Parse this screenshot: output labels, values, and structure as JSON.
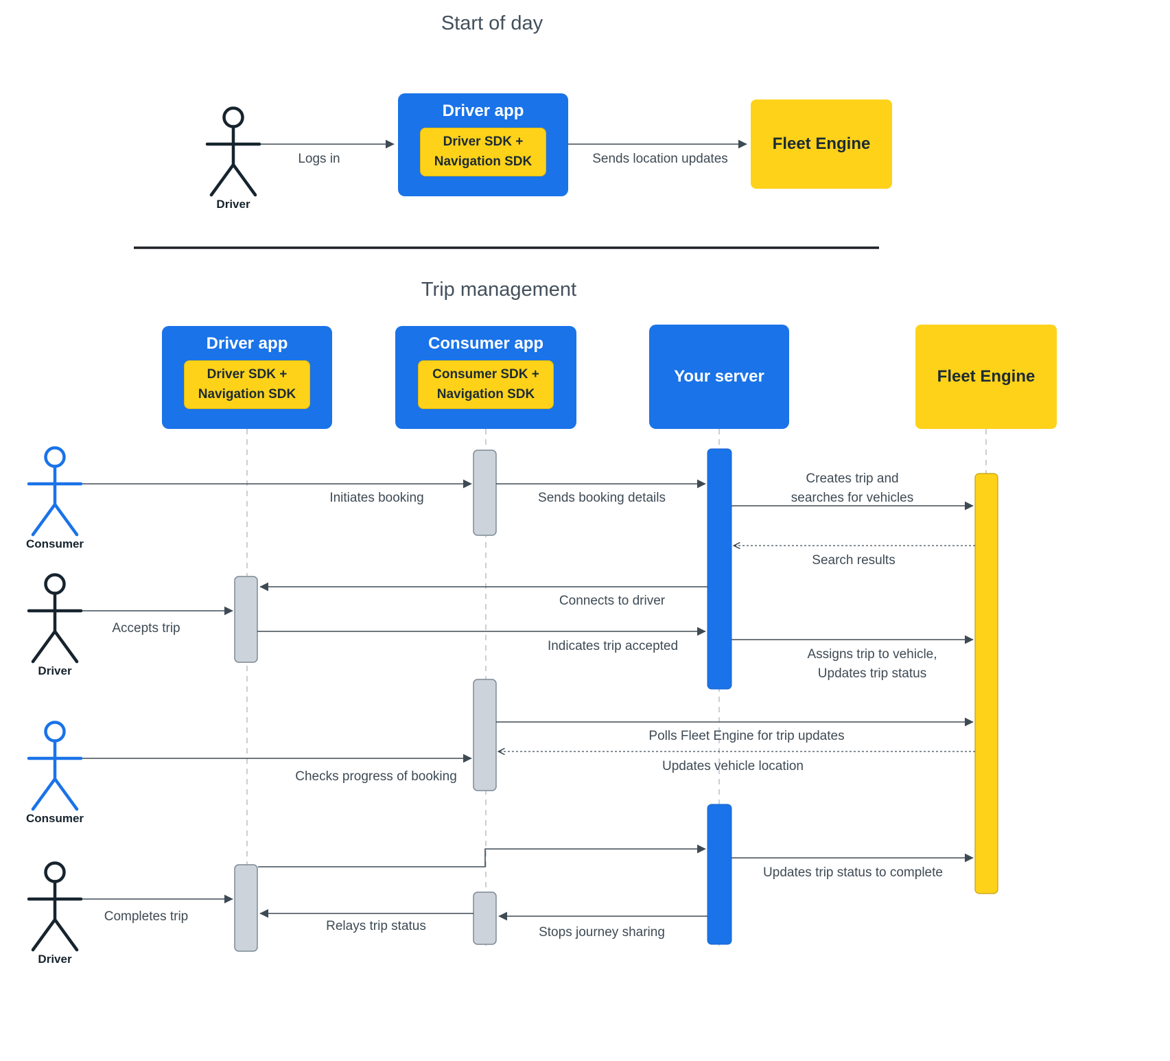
{
  "start": {
    "title": "Start of day",
    "driver": "Driver",
    "driver_app_title": "Driver app",
    "driver_app_sdk": "Driver SDK +\nNavigation SDK",
    "fleet_engine": "Fleet Engine",
    "logs_in": "Logs in",
    "sends_location_updates": "Sends location updates"
  },
  "trip": {
    "title": "Trip management",
    "driver_app_title": "Driver app",
    "driver_app_sdk": "Driver SDK +\nNavigation SDK",
    "consumer_app_title": "Consumer app",
    "consumer_app_sdk": "Consumer SDK +\nNavigation SDK",
    "your_server": "Your server",
    "fleet_engine": "Fleet Engine",
    "actors": {
      "consumer1": "Consumer",
      "driver1": "Driver",
      "consumer2": "Consumer",
      "driver2": "Driver"
    },
    "messages": {
      "initiates_booking": "Initiates booking",
      "sends_booking_details": "Sends booking details",
      "creates_trip": "Creates trip and\nsearches for vehicles",
      "search_results": "Search results",
      "connects_to_driver": "Connects to driver",
      "accepts_trip": "Accepts trip",
      "indicates_trip_accepted": "Indicates trip accepted",
      "assigns_trip": "Assigns trip to vehicle,\nUpdates trip status",
      "polls_fleet_engine": "Polls Fleet Engine for trip updates",
      "updates_vehicle_location": "Updates vehicle location",
      "checks_progress": "Checks progress of booking",
      "updates_trip_status_complete": "Updates trip status to complete",
      "stops_journey_sharing": "Stops journey sharing",
      "relays_trip_status": "Relays trip status",
      "completes_trip": "Completes trip"
    }
  },
  "colors": {
    "blue": "#1a73e8",
    "yellow": "#ffd21a",
    "gray_activation": "#ccd3da",
    "line": "#3e4a54",
    "driver_figure": "#17242e",
    "consumer_figure": "#1a73e8"
  }
}
